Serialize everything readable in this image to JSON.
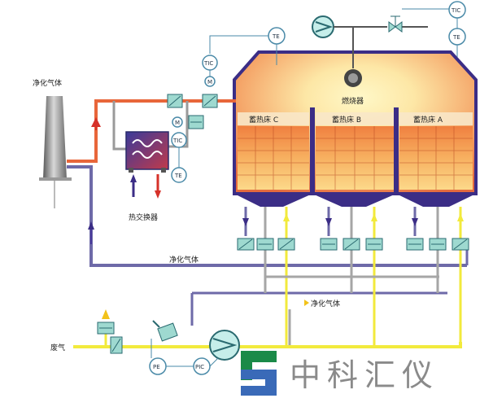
{
  "labels": {
    "stack": "净化气体",
    "heat_exchanger": "热交换器",
    "return_gas": "净化气体",
    "clean_gas": "净化气体",
    "waste_gas": "废气",
    "burner": "燃烧器",
    "bed_c": "蓄热床 C",
    "bed_b": "蓄热床 B",
    "bed_a": "蓄热床 A"
  },
  "instruments": {
    "te_top": "TE",
    "tic_top": "TIC",
    "te_right": "TE",
    "tic_left": "TIC",
    "m_left_top": "M",
    "m_left_bottom": "M",
    "tic_hx": "TIC",
    "te_hx": "TE",
    "pe": "PE",
    "pic": "PIC"
  },
  "watermark": "中科汇仪",
  "colors": {
    "hot_pipe": "#e8663a",
    "purge_pipe": "#6e6aa8",
    "inlet_pipe": "#f2ea3c",
    "gray_pipe": "#a6a6a6",
    "shell": "#3b2d86",
    "instrument_line": "#4a8aa8"
  },
  "icons": [
    "fan-icon",
    "burner-icon",
    "valve-icon",
    "stack-icon",
    "heat-exchanger-icon",
    "logo-icon"
  ]
}
